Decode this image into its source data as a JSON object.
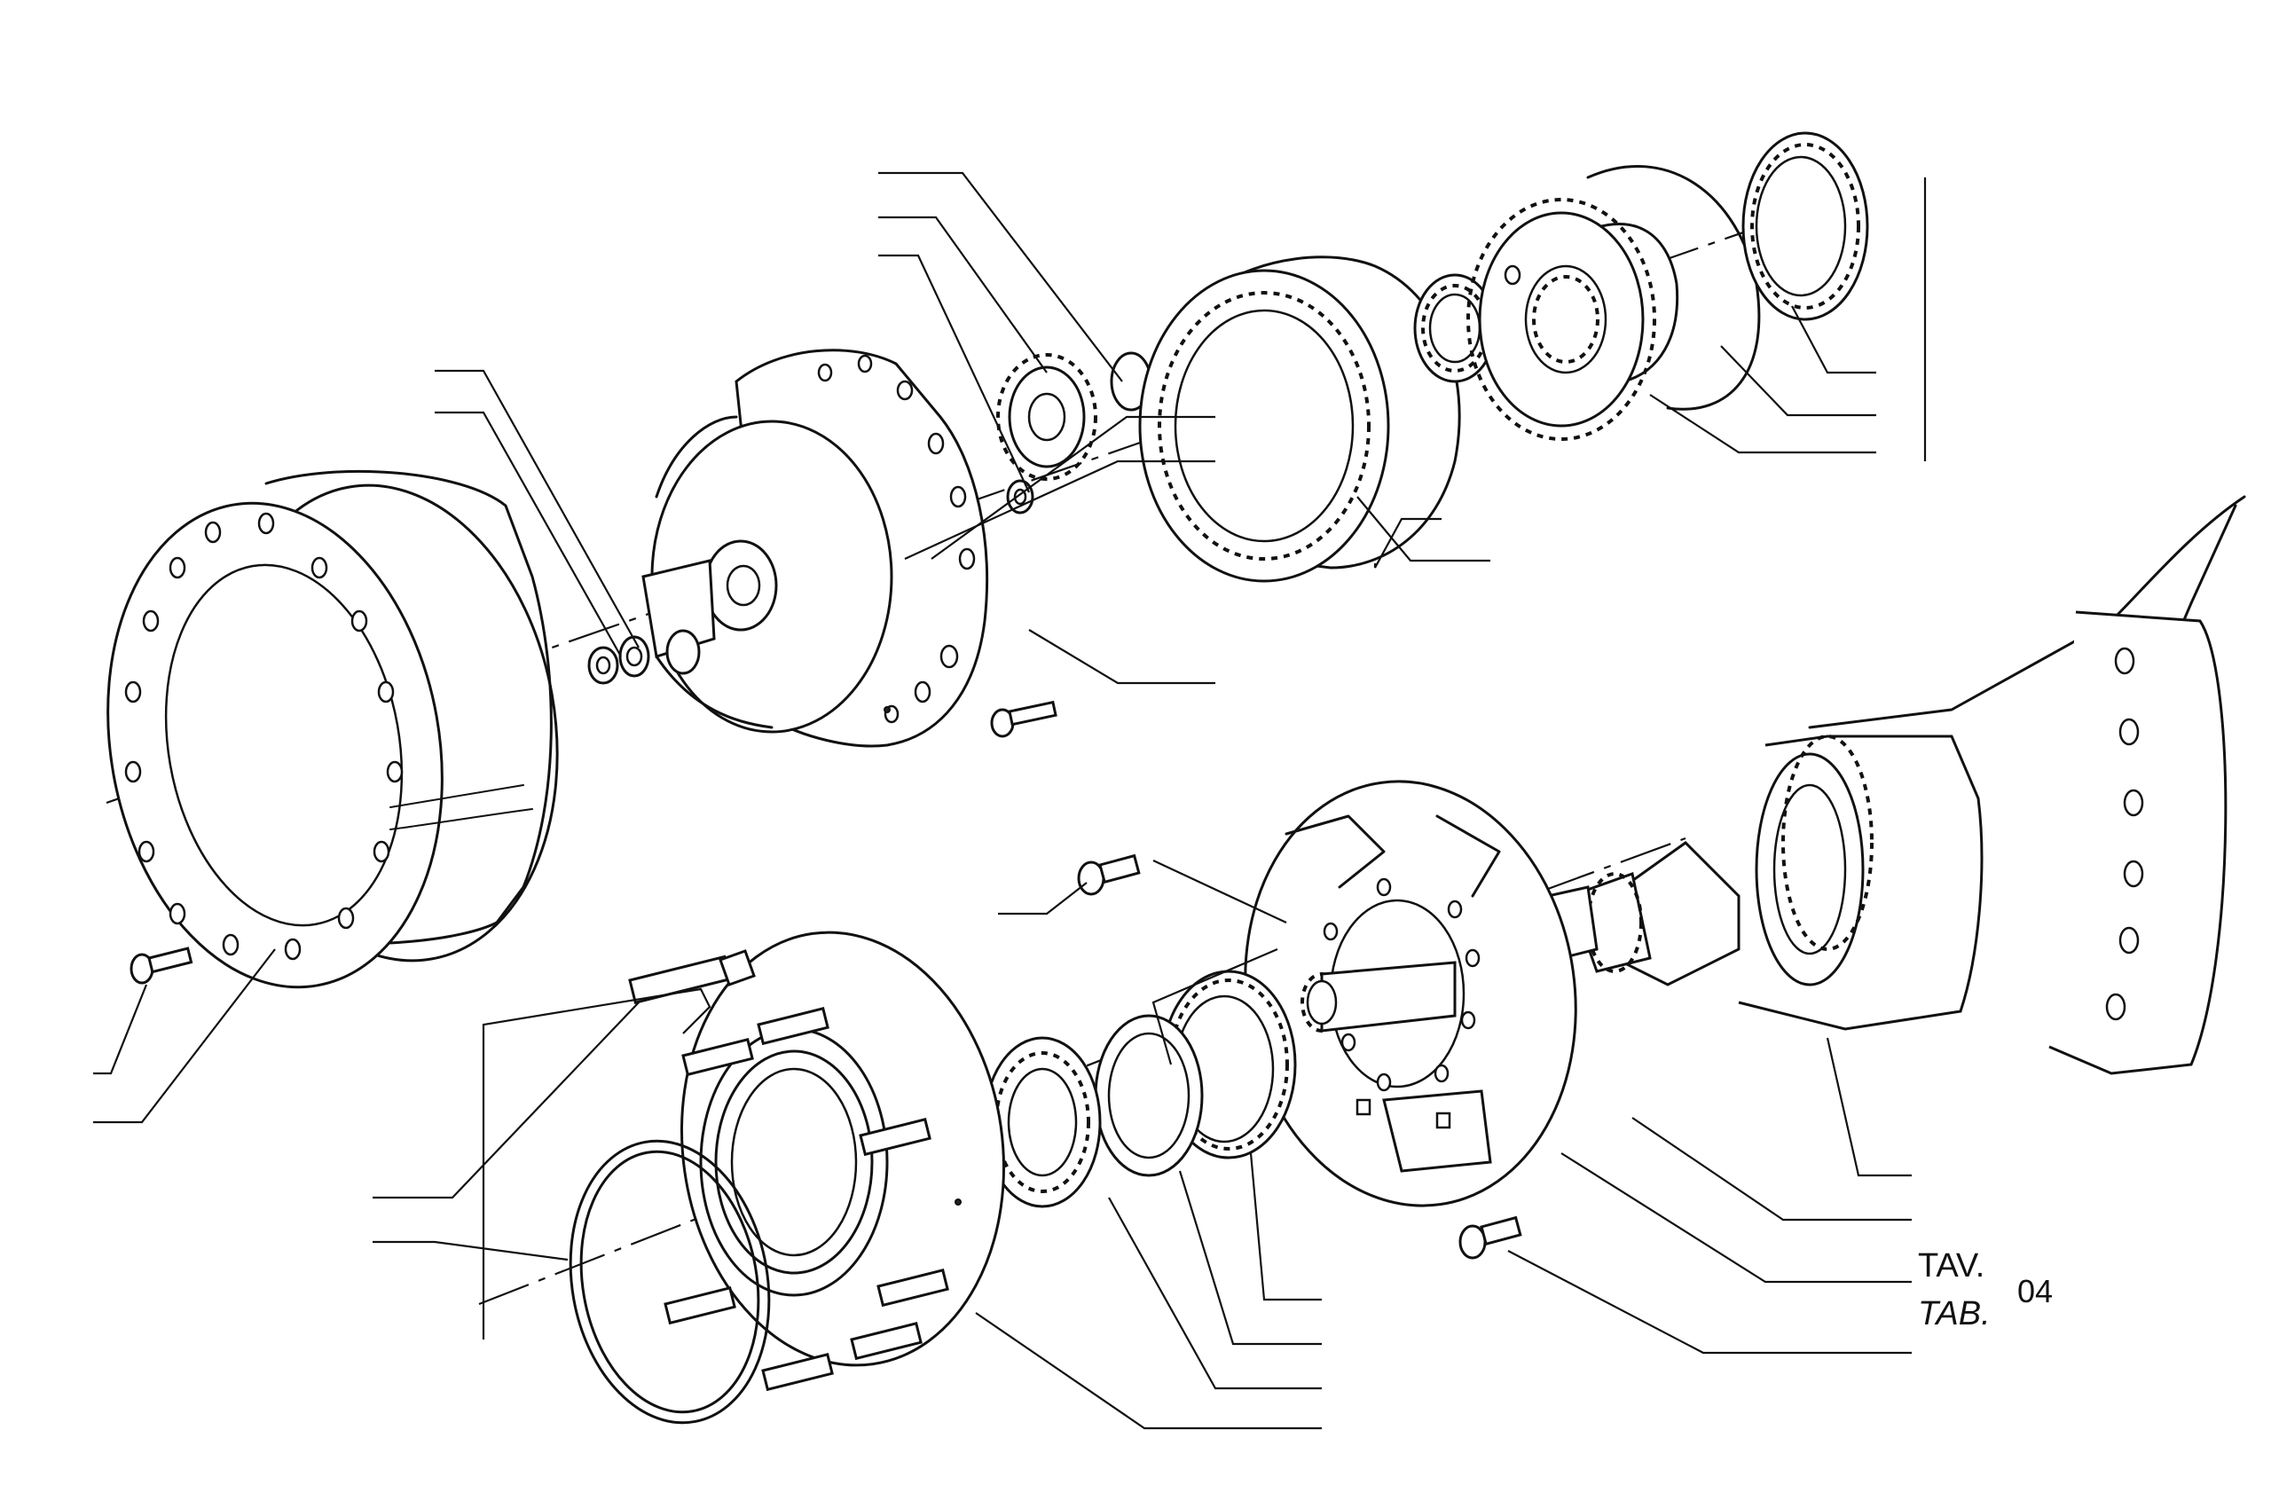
{
  "plate": {
    "label_it": "TAV.",
    "label_en": "TAB.",
    "number": "04"
  },
  "drawing": {
    "style": "black-and-white exploded assembly line drawing",
    "stroke_color": "#111111",
    "background_color": "#ffffff"
  }
}
